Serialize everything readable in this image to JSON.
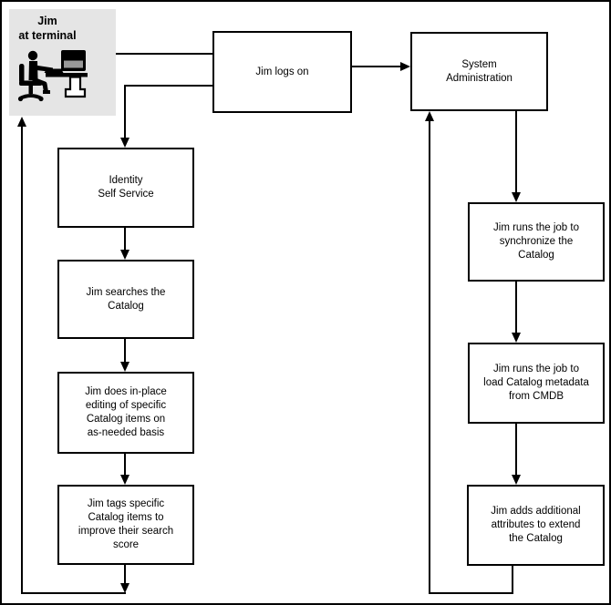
{
  "diagram": {
    "terminal": {
      "label": "Jim\nat terminal",
      "icon": "person-at-terminal-icon",
      "bg_color": "#e5e5e5"
    },
    "nodes": {
      "logon": {
        "label": "Jim logs on"
      },
      "sysadmin": {
        "label": "System\nAdministration"
      },
      "identity": {
        "label": "Identity\nSelf Service"
      },
      "searches": {
        "label": "Jim searches the\nCatalog"
      },
      "edits": {
        "label": "Jim does in-place\nediting of specific\nCatalog items on\nas-needed basis"
      },
      "tags": {
        "label": "Jim tags specific\nCatalog items to\nimprove their search\nscore"
      },
      "sync": {
        "label": "Jim runs the job to\nsynchronize the\nCatalog"
      },
      "load": {
        "label": "Jim runs the job to\nload Catalog metadata\nfrom CMDB"
      },
      "add": {
        "label": "Jim adds additional\nattributes to extend\nthe Catalog"
      }
    },
    "colors": {
      "line": "#000000",
      "box_border": "#000000",
      "terminal_bg": "#e5e5e5",
      "monitor_screen": "#999999"
    }
  }
}
